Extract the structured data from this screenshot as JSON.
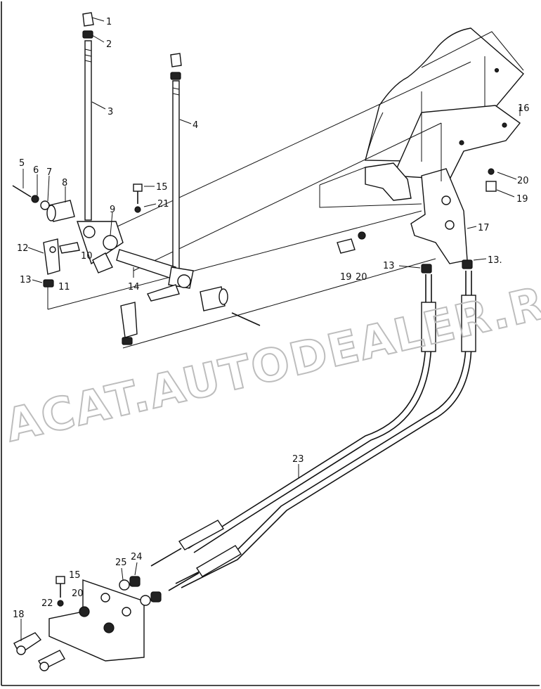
{
  "watermark": "ACAT.AUTODEALER.RU",
  "callouts": {
    "c1": "1",
    "c2": "2",
    "c3": "3",
    "c4": "4",
    "c5": "5",
    "c6": "6",
    "c7": "7",
    "c8": "8",
    "c9": "9",
    "c10": "10",
    "c11": "11",
    "c12": "12",
    "c13a": "13",
    "c13b": "13",
    "c13c": "13.",
    "c14": "14",
    "c15a": "15",
    "c15b": "15",
    "c16": "16",
    "c17": "17",
    "c18": "18",
    "c19a": "19",
    "c19b": "19",
    "c20a": "20",
    "c20b": "20",
    "c20c": "20",
    "c21": "21",
    "c22": "22",
    "c23": "23",
    "c24": "24",
    "c25": "25"
  }
}
